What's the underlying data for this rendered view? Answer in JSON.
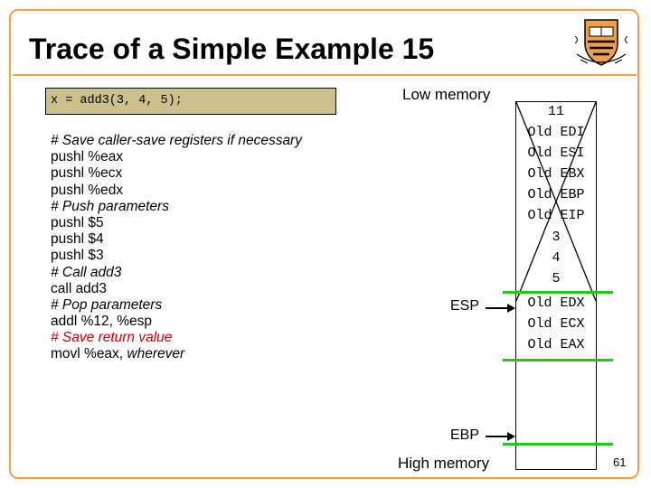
{
  "slide": {
    "title": "Trace of a Simple Example 15",
    "page_number": "61"
  },
  "code_call": "x = add3(3, 4, 5);",
  "code_lines": [
    {
      "text": "# Save caller-save registers if necessary",
      "style": "italic"
    },
    {
      "text": "pushl %eax",
      "style": "normal"
    },
    {
      "text": "pushl %ecx",
      "style": "normal"
    },
    {
      "text": "pushl %edx",
      "style": "normal"
    },
    {
      "text": "# Push parameters",
      "style": "italic"
    },
    {
      "text": "pushl $5",
      "style": "normal"
    },
    {
      "text": "pushl $4",
      "style": "normal"
    },
    {
      "text": "pushl $3",
      "style": "normal"
    },
    {
      "text": "# Call add3",
      "style": "italic"
    },
    {
      "text": "call add3",
      "style": "normal"
    },
    {
      "text": "# Pop parameters",
      "style": "italic"
    },
    {
      "text": "addl %12, %esp",
      "style": "normal"
    },
    {
      "text": "# Save return value",
      "style": "italic-red"
    },
    {
      "text": "movl %eax, wherever",
      "style": "normal-italic-tail"
    }
  ],
  "movl_prefix": "movl %eax, ",
  "movl_suffix": "wherever",
  "stack": {
    "low_label": "Low memory",
    "high_label": "High memory",
    "esp_label": "ESP",
    "ebp_label": "EBP",
    "cells": [
      "11",
      "Old EDI",
      "Old ESI",
      "Old EBX",
      "Old EBP",
      "Old EIP",
      "3",
      "4",
      "5",
      "Old EDX",
      "Old ECX",
      "Old EAX"
    ],
    "popped_count": 9
  },
  "colors": {
    "frame": "#f0a04a",
    "code_box": "#ccc08c",
    "highlight_red": "#cc0000",
    "stack_marker": "#1ec81e"
  }
}
